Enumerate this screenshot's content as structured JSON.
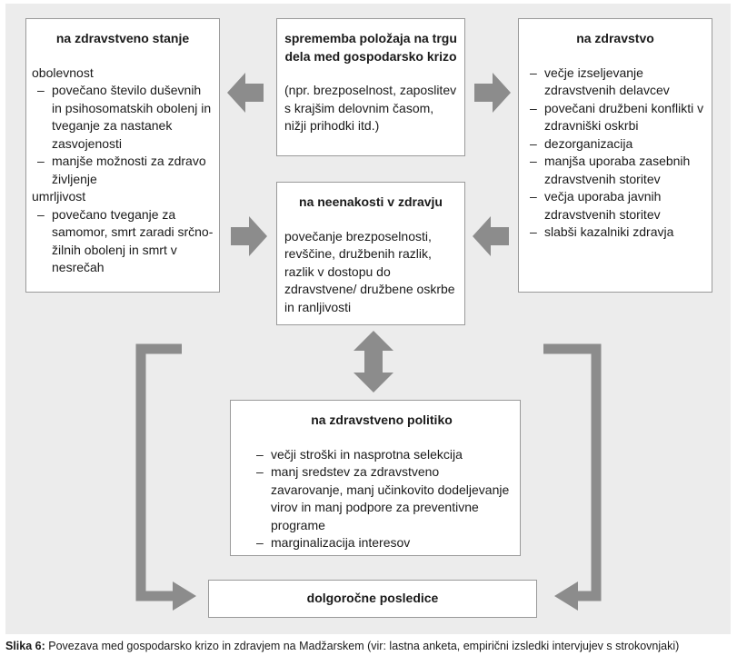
{
  "diagram": {
    "top_center": {
      "title": "sprememba položaja na trgu dela med gospodarsko krizo",
      "body": "(npr. brezposelnost, zaposlitev s krajšim delovnim časom, nižji prihodki itd.)"
    },
    "left": {
      "title": "na zdravstveno stanje",
      "groups": [
        {
          "heading": "obolevnost",
          "items": [
            "povečano število duševnih in psihosomatskih obolenj in tveganje za nastanek zasvojenosti",
            "manjše možnosti za zdravo življenje"
          ]
        },
        {
          "heading": "umrljivost",
          "items": [
            "povečano tveganje za samomor, smrt zaradi srčno-žilnih obolenj in smrt v nesrečah"
          ]
        }
      ]
    },
    "right": {
      "title": "na zdravstvo",
      "items": [
        "večje izseljevanje zdravstvenih delavcev",
        "povečani družbeni konflikti v zdravniški oskrbi",
        "dezorganizacija",
        "manjša uporaba zasebnih zdravstvenih storitev",
        "večja uporaba javnih zdravstvenih storitev",
        "slabši kazalniki zdravja"
      ]
    },
    "middle": {
      "title": "na neenakosti v zdravju",
      "body": "povečanje brezposelnosti, revščine, družbenih razlik, razlik v dostopu do zdravstvene/ družbene oskrbe in ranljivosti"
    },
    "policy": {
      "title": "na zdravstveno politiko",
      "items": [
        "večji stroški in nasprotna selekcija",
        "manj sredstev za zdravstveno zavarovanje, manj učinkovito dodeljevanje virov in manj podpore za preventivne programe",
        "marginalizacija interesov"
      ]
    },
    "bottom": {
      "title": "dolgoročne posledice"
    }
  },
  "caption": {
    "label": "Slika 6:",
    "text": "Povezava med gospodarsko krizo in zdravjem na Madžarskem (vir: lastna anketa, empirični izsledki intervjujev s strokovnjaki)"
  },
  "colors": {
    "background_panel": "#ececec",
    "box_fill": "#ffffff",
    "box_border": "#9a9a9a",
    "arrow": "#8c8c8c"
  }
}
